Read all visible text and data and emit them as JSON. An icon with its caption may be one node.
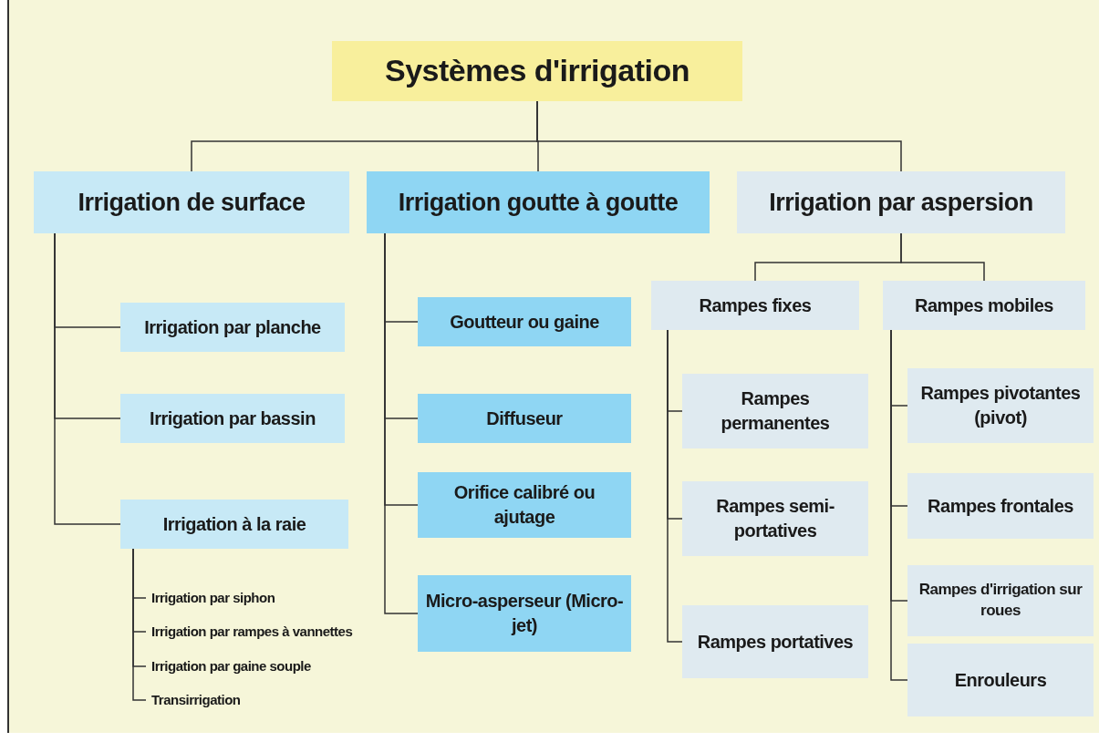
{
  "diagram": {
    "nodes": [
      {
        "text": [
          "Systèmes d'irrigation"
        ]
      },
      {
        "text": [
          "Irrigation de surface"
        ]
      },
      {
        "text": [
          "Irrigation goutte à goutte"
        ]
      },
      {
        "text": [
          "Irrigation par aspersion"
        ]
      },
      {
        "text": [
          "Irrigation par planche"
        ]
      },
      {
        "text": [
          "Irrigation par bassin"
        ]
      },
      {
        "text": [
          "Irrigation à la raie"
        ]
      },
      {
        "text": [
          "Irrigation par siphon"
        ]
      },
      {
        "text": [
          "Irrigation par rampes à vannettes"
        ]
      },
      {
        "text": [
          "Irrigation par gaine souple"
        ]
      },
      {
        "text": [
          "Transirrigation"
        ]
      },
      {
        "text": [
          "Goutteur ou gaine"
        ]
      },
      {
        "text": [
          "Diffuseur"
        ]
      },
      {
        "text": [
          "Orifice calibré ou ajutage"
        ]
      },
      {
        "text": [
          "Micro-asperseur (Micro-jet)"
        ]
      },
      {
        "text": [
          "Rampes fixes"
        ]
      },
      {
        "text": [
          "Rampes mobiles"
        ]
      },
      {
        "text": [
          "Rampes permanentes"
        ]
      },
      {
        "text": [
          "Rampes semi-portatives"
        ]
      },
      {
        "text": [
          "Rampes portatives"
        ]
      },
      {
        "text": [
          "Rampes pivotantes (pivot)"
        ]
      },
      {
        "text": [
          "Rampes frontales"
        ]
      },
      {
        "text": [
          "Rampes d'irrigation sur roues"
        ]
      },
      {
        "text": [
          "Enrouleurs"
        ]
      }
    ],
    "edges": [
      {
        "from": 0,
        "to": 1,
        "arrow": "none"
      },
      {
        "from": 0,
        "to": 2,
        "arrow": "none"
      },
      {
        "from": 0,
        "to": 3,
        "arrow": "none"
      },
      {
        "from": 1,
        "to": 4,
        "arrow": "none"
      },
      {
        "from": 1,
        "to": 5,
        "arrow": "none"
      },
      {
        "from": 1,
        "to": 6,
        "arrow": "none"
      },
      {
        "from": 6,
        "to": 7,
        "arrow": "none"
      },
      {
        "from": 6,
        "to": 8,
        "arrow": "none"
      },
      {
        "from": 6,
        "to": 9,
        "arrow": "none"
      },
      {
        "from": 6,
        "to": 10,
        "arrow": "none"
      },
      {
        "from": 2,
        "to": 11,
        "arrow": "none"
      },
      {
        "from": 2,
        "to": 12,
        "arrow": "none"
      },
      {
        "from": 2,
        "to": 13,
        "arrow": "none"
      },
      {
        "from": 2,
        "to": 14,
        "arrow": "none"
      },
      {
        "from": 3,
        "to": 15,
        "arrow": "none"
      },
      {
        "from": 3,
        "to": 16,
        "arrow": "none"
      },
      {
        "from": 15,
        "to": 17,
        "arrow": "none"
      },
      {
        "from": 15,
        "to": 18,
        "arrow": "none"
      },
      {
        "from": 15,
        "to": 19,
        "arrow": "none"
      },
      {
        "from": 16,
        "to": 20,
        "arrow": "none"
      },
      {
        "from": 16,
        "to": 21,
        "arrow": "none"
      },
      {
        "from": 16,
        "to": 22,
        "arrow": "none"
      },
      {
        "from": 16,
        "to": 23,
        "arrow": "none"
      }
    ]
  }
}
